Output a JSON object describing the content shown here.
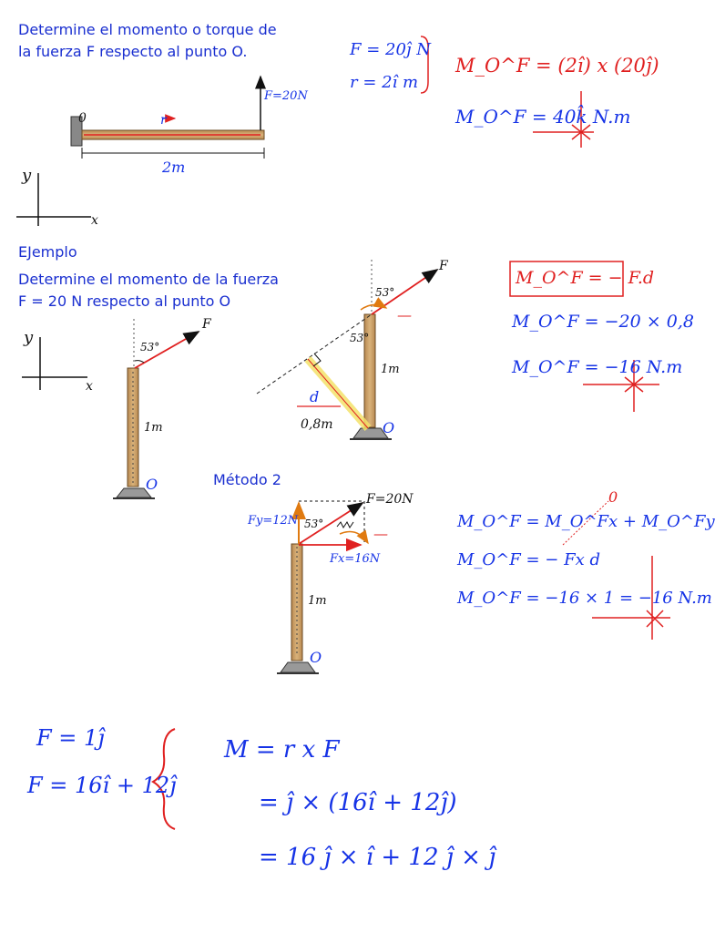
{
  "problem1": {
    "statement_line1": "Determine el momento o torque de",
    "statement_line2": "la fuerza F respecto al punto O.",
    "label_O": "0",
    "label_r": "r",
    "label_force": "F=20N",
    "label_length": "2m",
    "axis_y": "y",
    "axis_x": "x",
    "given_F": "F = 20ĵ N",
    "given_r": "r = 2î m",
    "eq1": "M_O^F = (2î) x (20ĵ)",
    "eq2": "M_O^F = 40k̂ N.m"
  },
  "example": {
    "heading": "EJemplo",
    "statement_line1": "Determine el momento de la fuerza",
    "statement_line2": "F = 20 N respecto al punto O",
    "axis_y": "y",
    "axis_x": "x",
    "label_F": "F",
    "label_angle": "53°",
    "label_length": "1m",
    "label_O": "O",
    "label_d": "d",
    "label_d_value": "0,8m",
    "label_minus": "—",
    "eq_box": "M_O^F = − F.d",
    "eq2": "M_O^F = −20 × 0,8",
    "eq3": "M_O^F = −16 N.m"
  },
  "method2": {
    "title": "Método 2",
    "label_F": "F=20N",
    "label_Fy": "Fy=12N",
    "label_Fx": "Fx=16N",
    "label_angle": "53°",
    "label_length": "1m",
    "label_O": "O",
    "label_minus": "—",
    "eq1": "M_O^F = M_O^Fx + M_O^Fy",
    "eq1_zero": "0",
    "eq2": "M_O^F = − Fx d",
    "eq3": "M_O^F = −16 × 1 = −16 N.m"
  },
  "bottom": {
    "F_line1": "F = 1ĵ",
    "F_line2": "F = 16î + 12ĵ",
    "M_line1": "M = r x F",
    "M_line2": "= ĵ × (16î + 12ĵ)",
    "M_line3": "= 16 ĵ × î + 12 ĵ × ĵ"
  },
  "colors": {
    "ink_blue": "#1633e6",
    "ink_red": "#e02020",
    "print_blue": "#1a2fd0",
    "wood": "#c9a16a"
  }
}
